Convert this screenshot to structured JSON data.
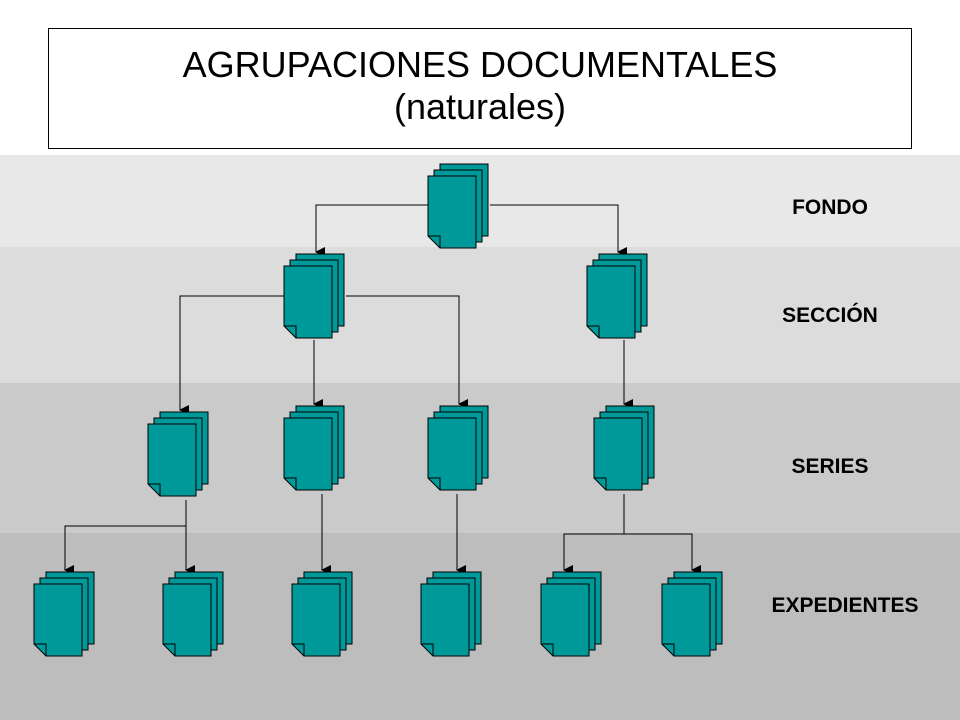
{
  "title": {
    "line1": "AGRUPACIONES DOCUMENTALES",
    "line2": "(naturales)"
  },
  "levels": {
    "fondo": "FONDO",
    "seccion": "SECCIÓN",
    "series": "SERIES",
    "expedientes": "EXPEDIENTES"
  },
  "colors": {
    "document_fill": "#009999",
    "document_stroke": "#000000",
    "band_fondo": "#e8e8e8",
    "band_seccion": "#dcdcdc",
    "band_series": "#cacaca",
    "band_expedientes": "#bdbdbd"
  }
}
